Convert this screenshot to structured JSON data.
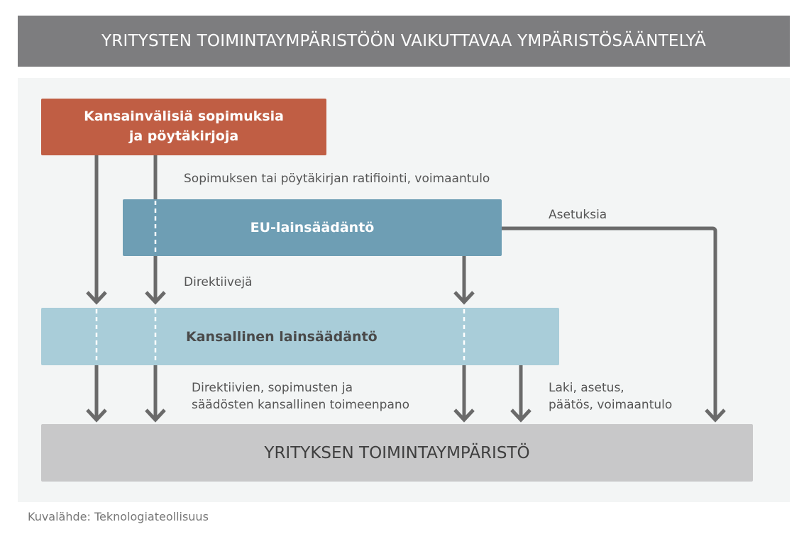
{
  "header": {
    "title": "YRITYSTEN TOIMINTAYMPÄRISTÖÖN VAIKUTTAVAA YMPÄRISTÖSÄÄNTELYÄ"
  },
  "boxes": {
    "intl_line1": "Kansainvälisiä sopimuksia",
    "intl_line2": "ja pöytäkirjoja",
    "eu": "EU-lainsäädäntö",
    "national": "Kansallinen lainsäädäntö",
    "business": "YRITYKSEN TOIMINTAYMPÄRISTÖ"
  },
  "labels": {
    "ratification": "Sopimuksen tai pöytäkirjan ratifiointi, voimaantulo",
    "regulations": "Asetuksia",
    "directives": "Direktiivejä",
    "implementation_line1": "Direktiivien, sopimusten ja",
    "implementation_line2": "säädösten kansallinen toimeenpano",
    "law_line1": "Laki, asetus,",
    "law_line2": "päätös, voimaantulo"
  },
  "source": "Kuvalähde: Teknologiateollisuus",
  "colors": {
    "header": "#7d7d7f",
    "international": "#c05e44",
    "eu": "#6e9eb4",
    "national": "#a9cdd9",
    "business": "#c8c8c9",
    "arrow": "#6a6a6a"
  }
}
